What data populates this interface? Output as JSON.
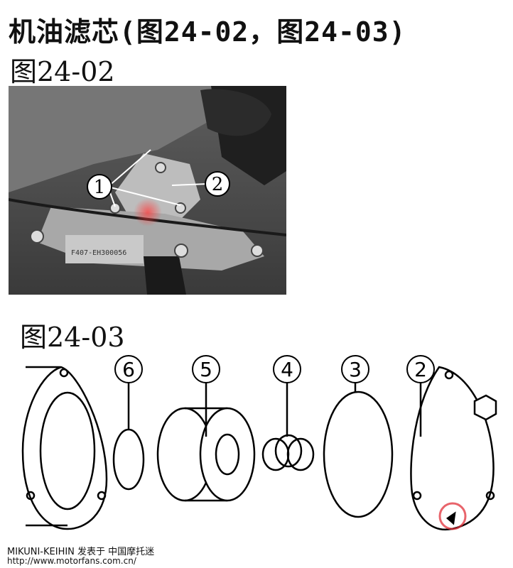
{
  "title": "机油滤芯(图24-02，图24-03)",
  "figure1": {
    "label": "图24-02",
    "callouts": [
      "1",
      "2"
    ],
    "plate_text": "F407-EH300056"
  },
  "figure2": {
    "label": "图24-03",
    "callouts": [
      "6",
      "5",
      "4",
      "3",
      "2"
    ]
  },
  "footer": {
    "line1": "MIKUNI-KEIHIN 发表于 中国摩托迷",
    "line2": "http://www.motorfans.com.cn/"
  },
  "colors": {
    "highlight": "#e0303a"
  }
}
